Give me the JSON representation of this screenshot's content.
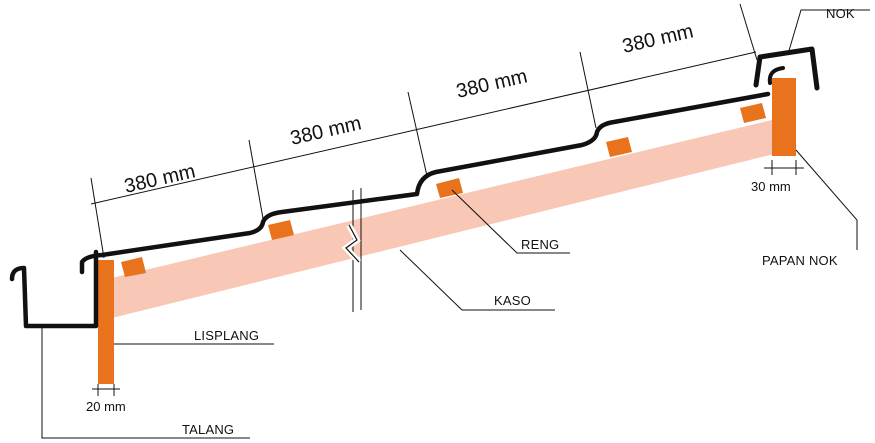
{
  "dimensions": {
    "segment_1": "380 mm",
    "segment_2": "380 mm",
    "segment_3": "380 mm",
    "segment_4": "380 mm",
    "lisplang_width": "20 mm",
    "papan_nok_width": "30 mm"
  },
  "labels": {
    "nok": "NOK",
    "reng": "RENG",
    "papan_nok": "PAPAN NOK",
    "kaso": "KASO",
    "lisplang": "LISPLANG",
    "talang": "TALANG"
  },
  "colors": {
    "kaso": "#f8c7b6",
    "wood": "#e8731c",
    "line": "#111111",
    "background": "#ffffff"
  }
}
